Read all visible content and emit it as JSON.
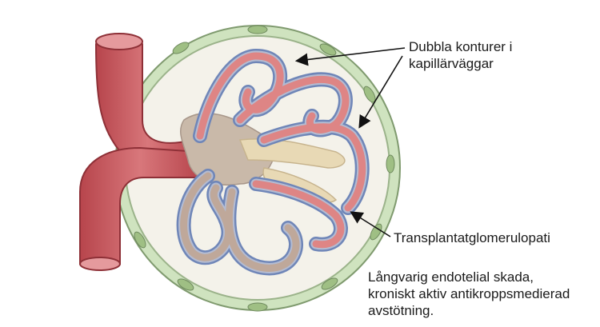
{
  "labels": {
    "double_contours": [
      "Dubbla konturer i",
      "kapillärväggar"
    ],
    "transplant": "Transplantatglomerulopati",
    "caption": [
      "Långvarig endotelial skada,",
      "kroniskt aktiv antikroppsmedierad",
      "avstötning."
    ]
  },
  "colors": {
    "capsule_outer": "#cfe3bf",
    "capsule_stroke": "#8aa579",
    "bowman_space": "#f4f2ea",
    "arteriole": "#cf6a6f",
    "arteriole_dark": "#b4474e",
    "capillary_red": "#df8f8f",
    "capillary_wall": "#6f86b8",
    "mesangium": "#c8b8a8",
    "mesangium_light": "#e8d9b5",
    "cell_green": "#9fbf84",
    "arrow": "#111111"
  }
}
